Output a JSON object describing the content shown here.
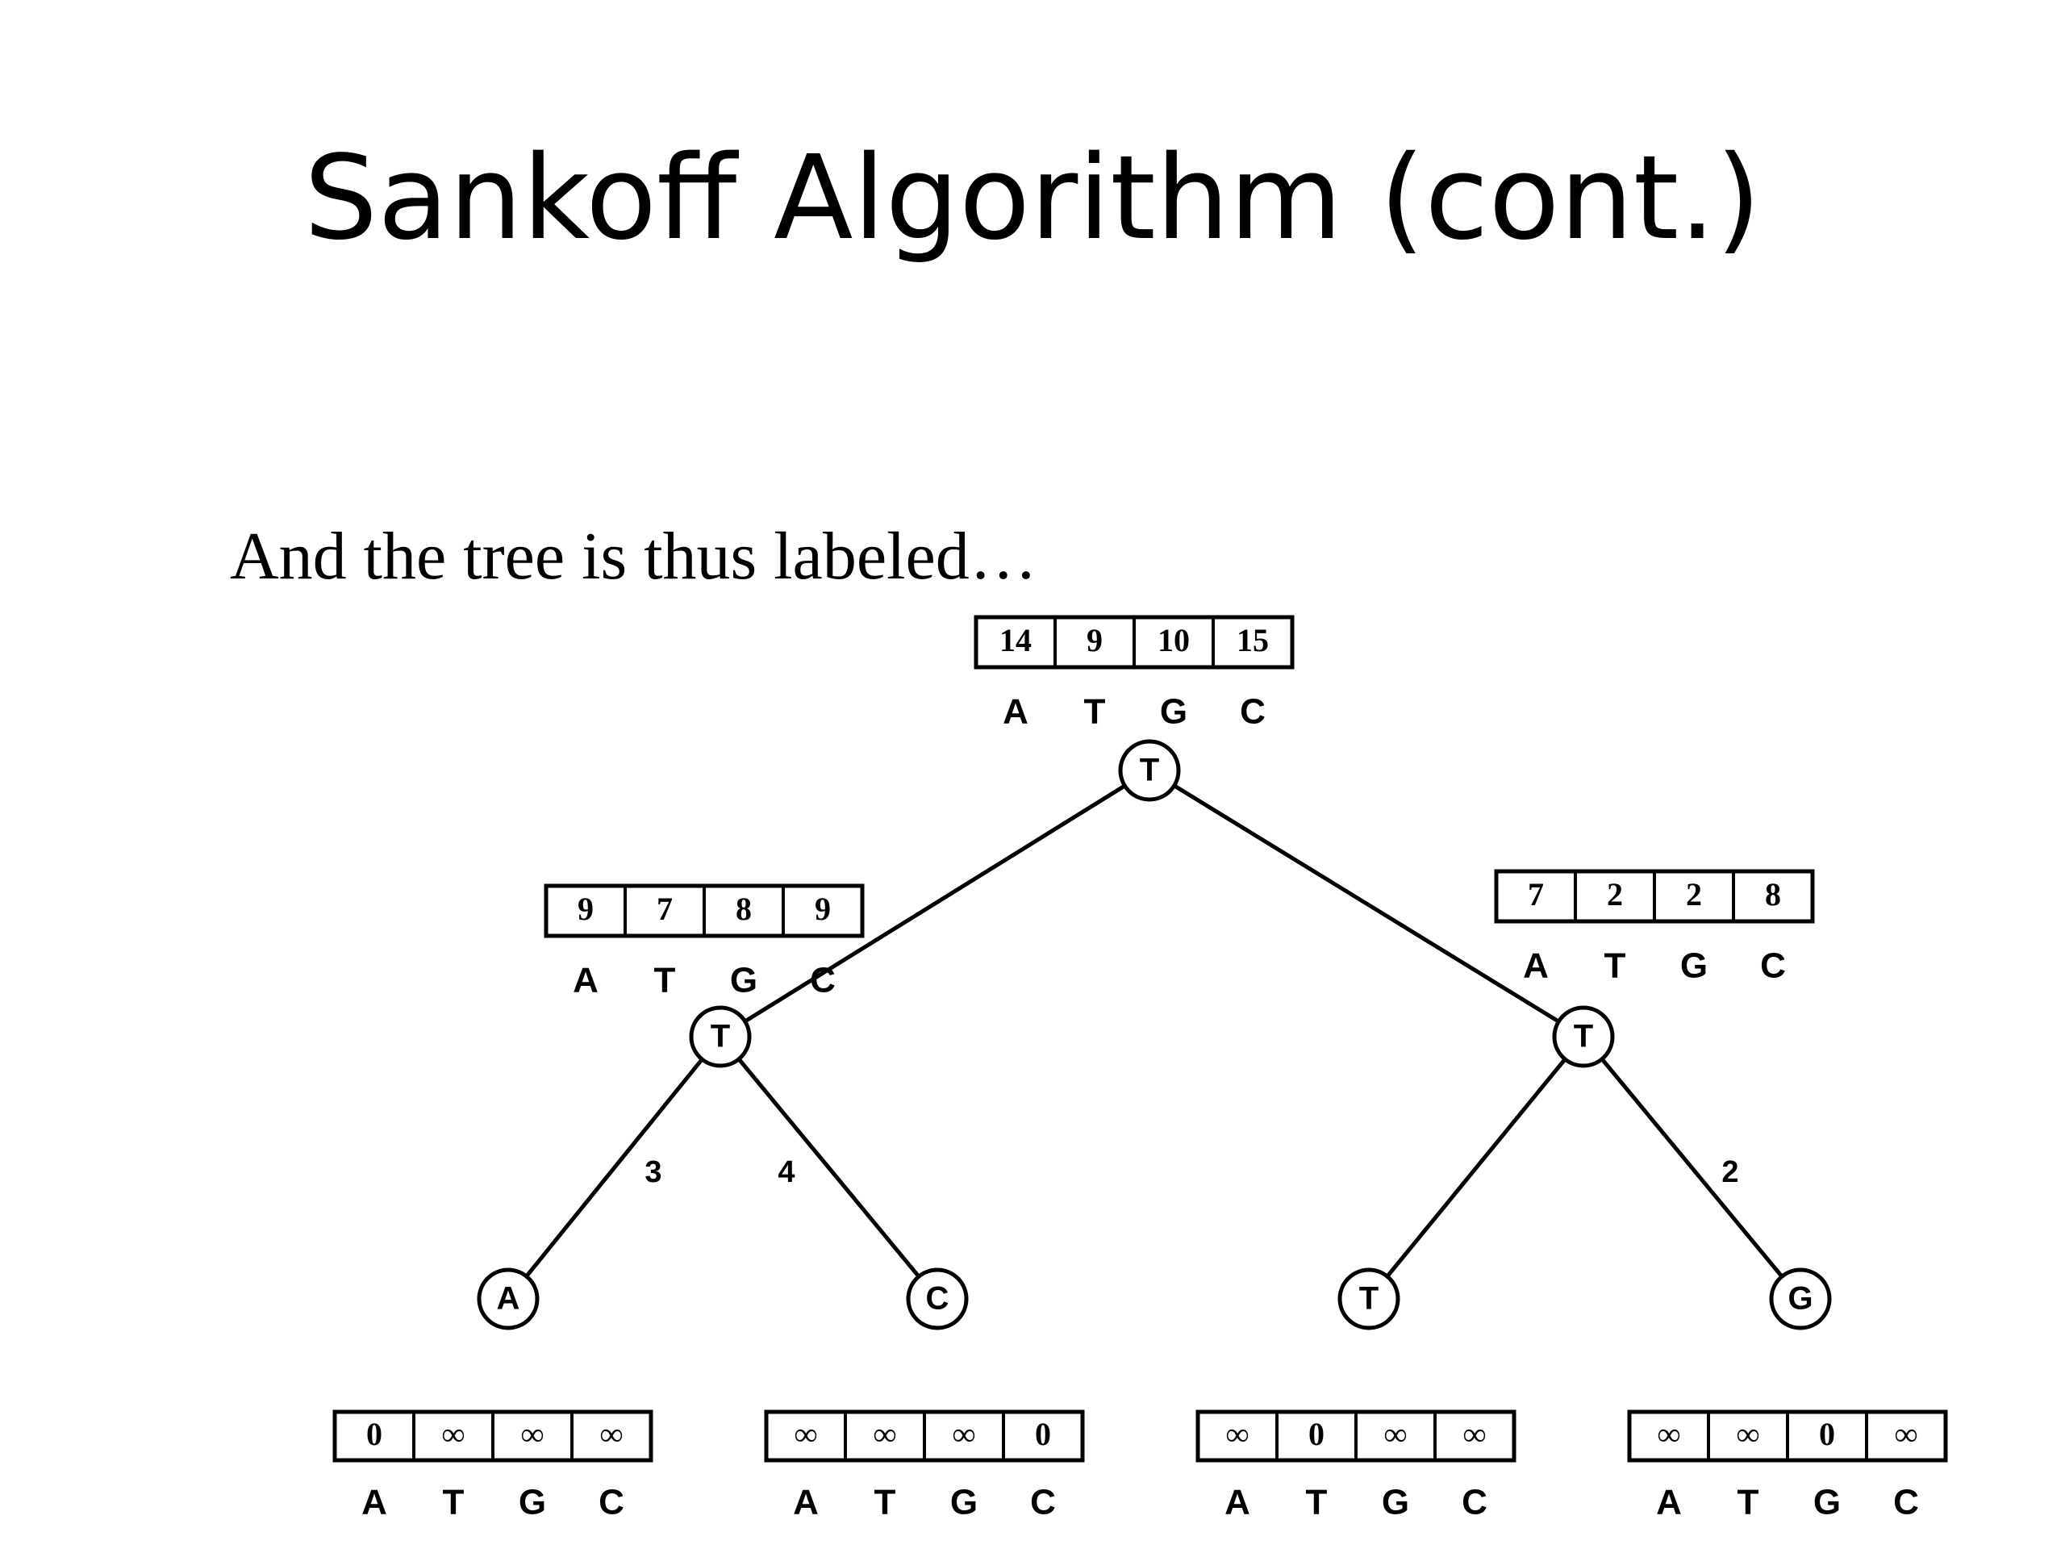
{
  "slide": {
    "title": "Sankoff Algorithm (cont.)",
    "subtitle": "And the tree is thus labeled…"
  },
  "bases": [
    "A",
    "T",
    "G",
    "C"
  ],
  "tree": {
    "nodes": [
      {
        "id": "root",
        "label": "T",
        "costs": [
          "14",
          "9",
          "10",
          "15"
        ]
      },
      {
        "id": "left-internal",
        "label": "T",
        "costs": [
          "9",
          "7",
          "8",
          "9"
        ]
      },
      {
        "id": "right-internal",
        "label": "T",
        "costs": [
          "7",
          "2",
          "2",
          "8"
        ]
      },
      {
        "id": "leaf-a",
        "label": "A",
        "costs": [
          "0",
          "∞",
          "∞",
          "∞"
        ]
      },
      {
        "id": "leaf-c",
        "label": "C",
        "costs": [
          "∞",
          "∞",
          "∞",
          "0"
        ]
      },
      {
        "id": "leaf-t",
        "label": "T",
        "costs": [
          "∞",
          "0",
          "∞",
          "∞"
        ]
      },
      {
        "id": "leaf-g",
        "label": "G",
        "costs": [
          "∞",
          "∞",
          "0",
          "∞"
        ]
      }
    ],
    "edges": [
      {
        "from": "root",
        "to": "left-internal",
        "weight": ""
      },
      {
        "from": "root",
        "to": "right-internal",
        "weight": ""
      },
      {
        "from": "left-internal",
        "to": "leaf-a",
        "weight": "3"
      },
      {
        "from": "left-internal",
        "to": "leaf-c",
        "weight": "4"
      },
      {
        "from": "right-internal",
        "to": "leaf-t",
        "weight": ""
      },
      {
        "from": "right-internal",
        "to": "leaf-g",
        "weight": "2"
      }
    ]
  }
}
